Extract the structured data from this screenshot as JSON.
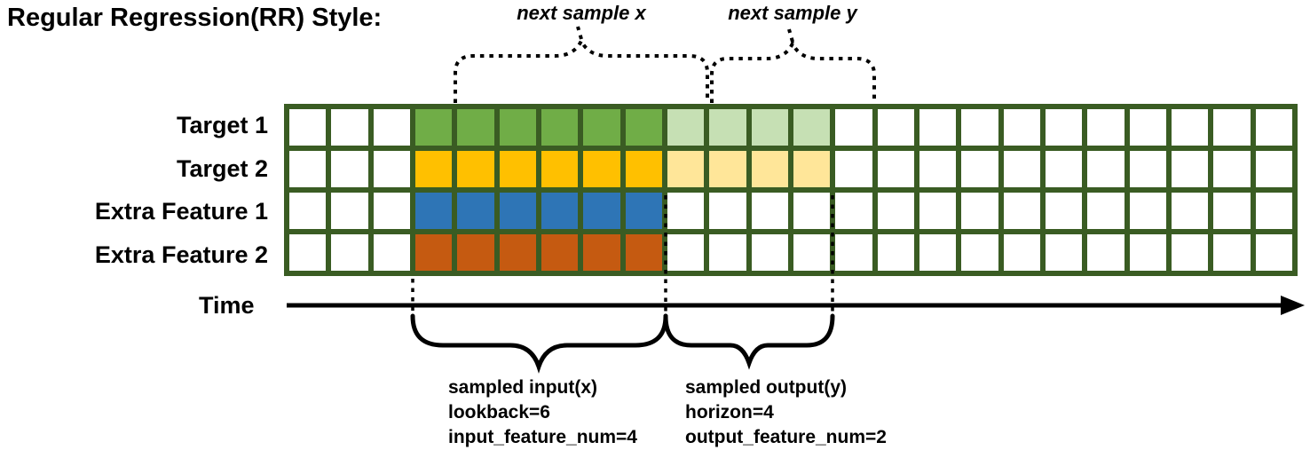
{
  "title": "Regular Regression(RR) Style:",
  "colors": {
    "grid_border": "#3A5C23",
    "target1_solid": "#70AD47",
    "target1_light": "#C6E0B4",
    "target2_solid": "#FFC000",
    "target2_light": "#FFE699",
    "extra1_solid": "#2E75B6",
    "extra2_solid": "#C55A11",
    "annotation": "#000000"
  },
  "grid": {
    "total_columns": 24,
    "input_start_col": 4,
    "rows": [
      {
        "label": "Target 1",
        "solid_color": "#70AD47",
        "light_color": "#C6E0B4"
      },
      {
        "label": "Target 2",
        "solid_color": "#FFC000",
        "light_color": "#FFE699"
      },
      {
        "label": "Extra Feature 1",
        "solid_color": "#2E75B6",
        "light_color": null
      },
      {
        "label": "Extra Feature 2",
        "solid_color": "#C55A11",
        "light_color": null
      }
    ]
  },
  "params": {
    "lookback": 6,
    "horizon": 4,
    "input_feature_num": 4,
    "output_feature_num": 2
  },
  "annotations": {
    "next_sample_x": "next sample x",
    "next_sample_y": "next sample y",
    "time_label": "Time",
    "input_block": {
      "line1": "sampled input(x)",
      "line2": "lookback=6",
      "line3": "input_feature_num=4"
    },
    "output_block": {
      "line1": "sampled output(y)",
      "line2": "horizon=4",
      "line3": "output_feature_num=2"
    }
  }
}
